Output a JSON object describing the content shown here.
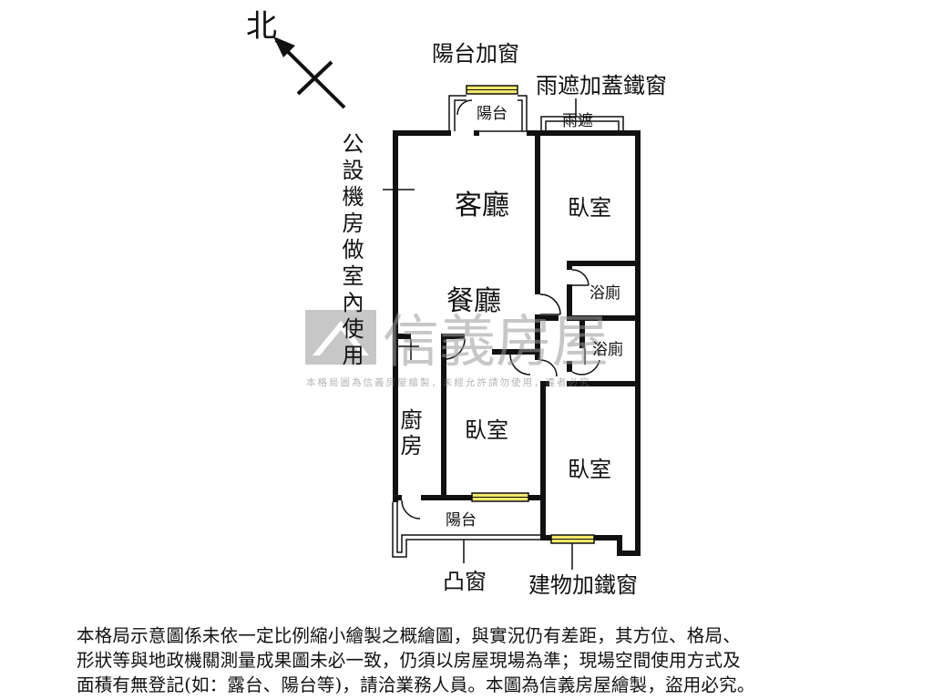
{
  "compass": {
    "label": "北"
  },
  "labels": {
    "balcony_window_top": "陽台加窗",
    "rain_shelter_window": "雨遮加蓋鐵窗",
    "balcony_top": "陽台",
    "rain_shelter": "雨遮",
    "public_room": "公設機房做室內使用",
    "living_room": "客廳",
    "dining_room": "餐廳",
    "bedroom_ne": "臥室",
    "bath_1": "浴廁",
    "bath_2": "浴廁",
    "kitchen": "廚房",
    "bedroom_mid": "臥室",
    "bedroom_se": "臥室",
    "balcony_bottom": "陽台",
    "bay_window": "凸窗",
    "building_window": "建物加鐵窗"
  },
  "watermark": {
    "brand": "信義房屋",
    "notice": "本格局圖為信義房屋繪製，未經允許請勿使用，違者必究"
  },
  "disclaimer": {
    "line1": "本格局示意圖係未依一定比例縮小繪製之概繪圖，與實況仍有差距，其方位、格局、",
    "line2": "形狀等與地政機關測量成果圖未必一致，仍須以房屋現場為準；現場空間使用方式及",
    "line3": "面積有無登記(如：露台、陽台等)，請洽業務人員。本圖為信義房屋繪製，盜用必究。"
  },
  "colors": {
    "window_fill": "#f2e86a",
    "wall": "#111111",
    "watermark": "#9a9a9a"
  }
}
